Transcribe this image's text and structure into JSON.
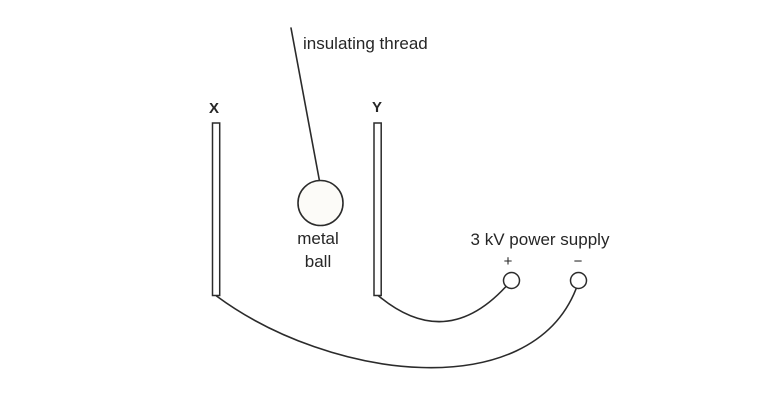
{
  "diagram": {
    "title_context": "charged parallel plates with suspended metal ball and power supply",
    "labels": {
      "insulating_thread": "insulating thread",
      "plate_x": "X",
      "plate_y": "Y",
      "metal_ball_line1": "metal",
      "metal_ball_line2": "ball",
      "power_supply": "3 kV power supply",
      "positive_terminal": "+",
      "negative_terminal": "−"
    },
    "colors": {
      "ink": "#2b2b2b",
      "background": "#ffffff",
      "ball_fill": "#fcfbf8"
    }
  }
}
